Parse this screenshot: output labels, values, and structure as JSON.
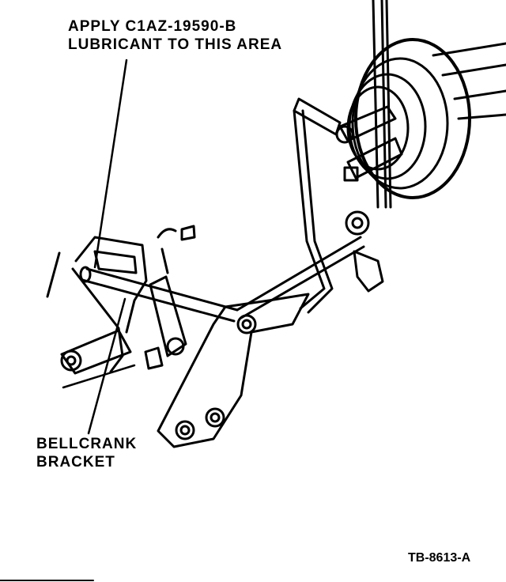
{
  "callouts": {
    "lubricant": {
      "line1": "APPLY C1AZ-19590-B",
      "line2": "LUBRICANT TO THIS AREA"
    },
    "bellcrank": {
      "line1": "BELLCRANK",
      "line2": "BRACKET"
    }
  },
  "figure_id": "TB-8613-A"
}
